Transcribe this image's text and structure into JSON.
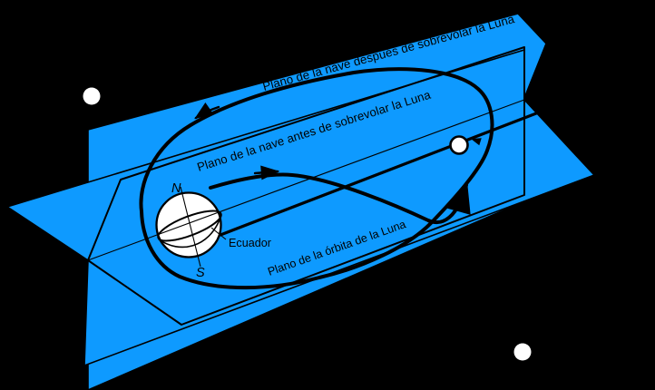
{
  "labels": {
    "plane_after": "Plano de la nave después de sobrevolar la Luna",
    "plane_before": "Plano de la nave antes de sobrevolar la Luna",
    "plane_moon_orbit": "Plano de la órbita de la Luna",
    "equator": "Ecuador",
    "north_pole": "N",
    "south_pole": "S"
  },
  "colors": {
    "background": "#000000",
    "plane_fill": "#0E9AFF",
    "line": "#000000",
    "body_fill": "#FFFFFF"
  }
}
